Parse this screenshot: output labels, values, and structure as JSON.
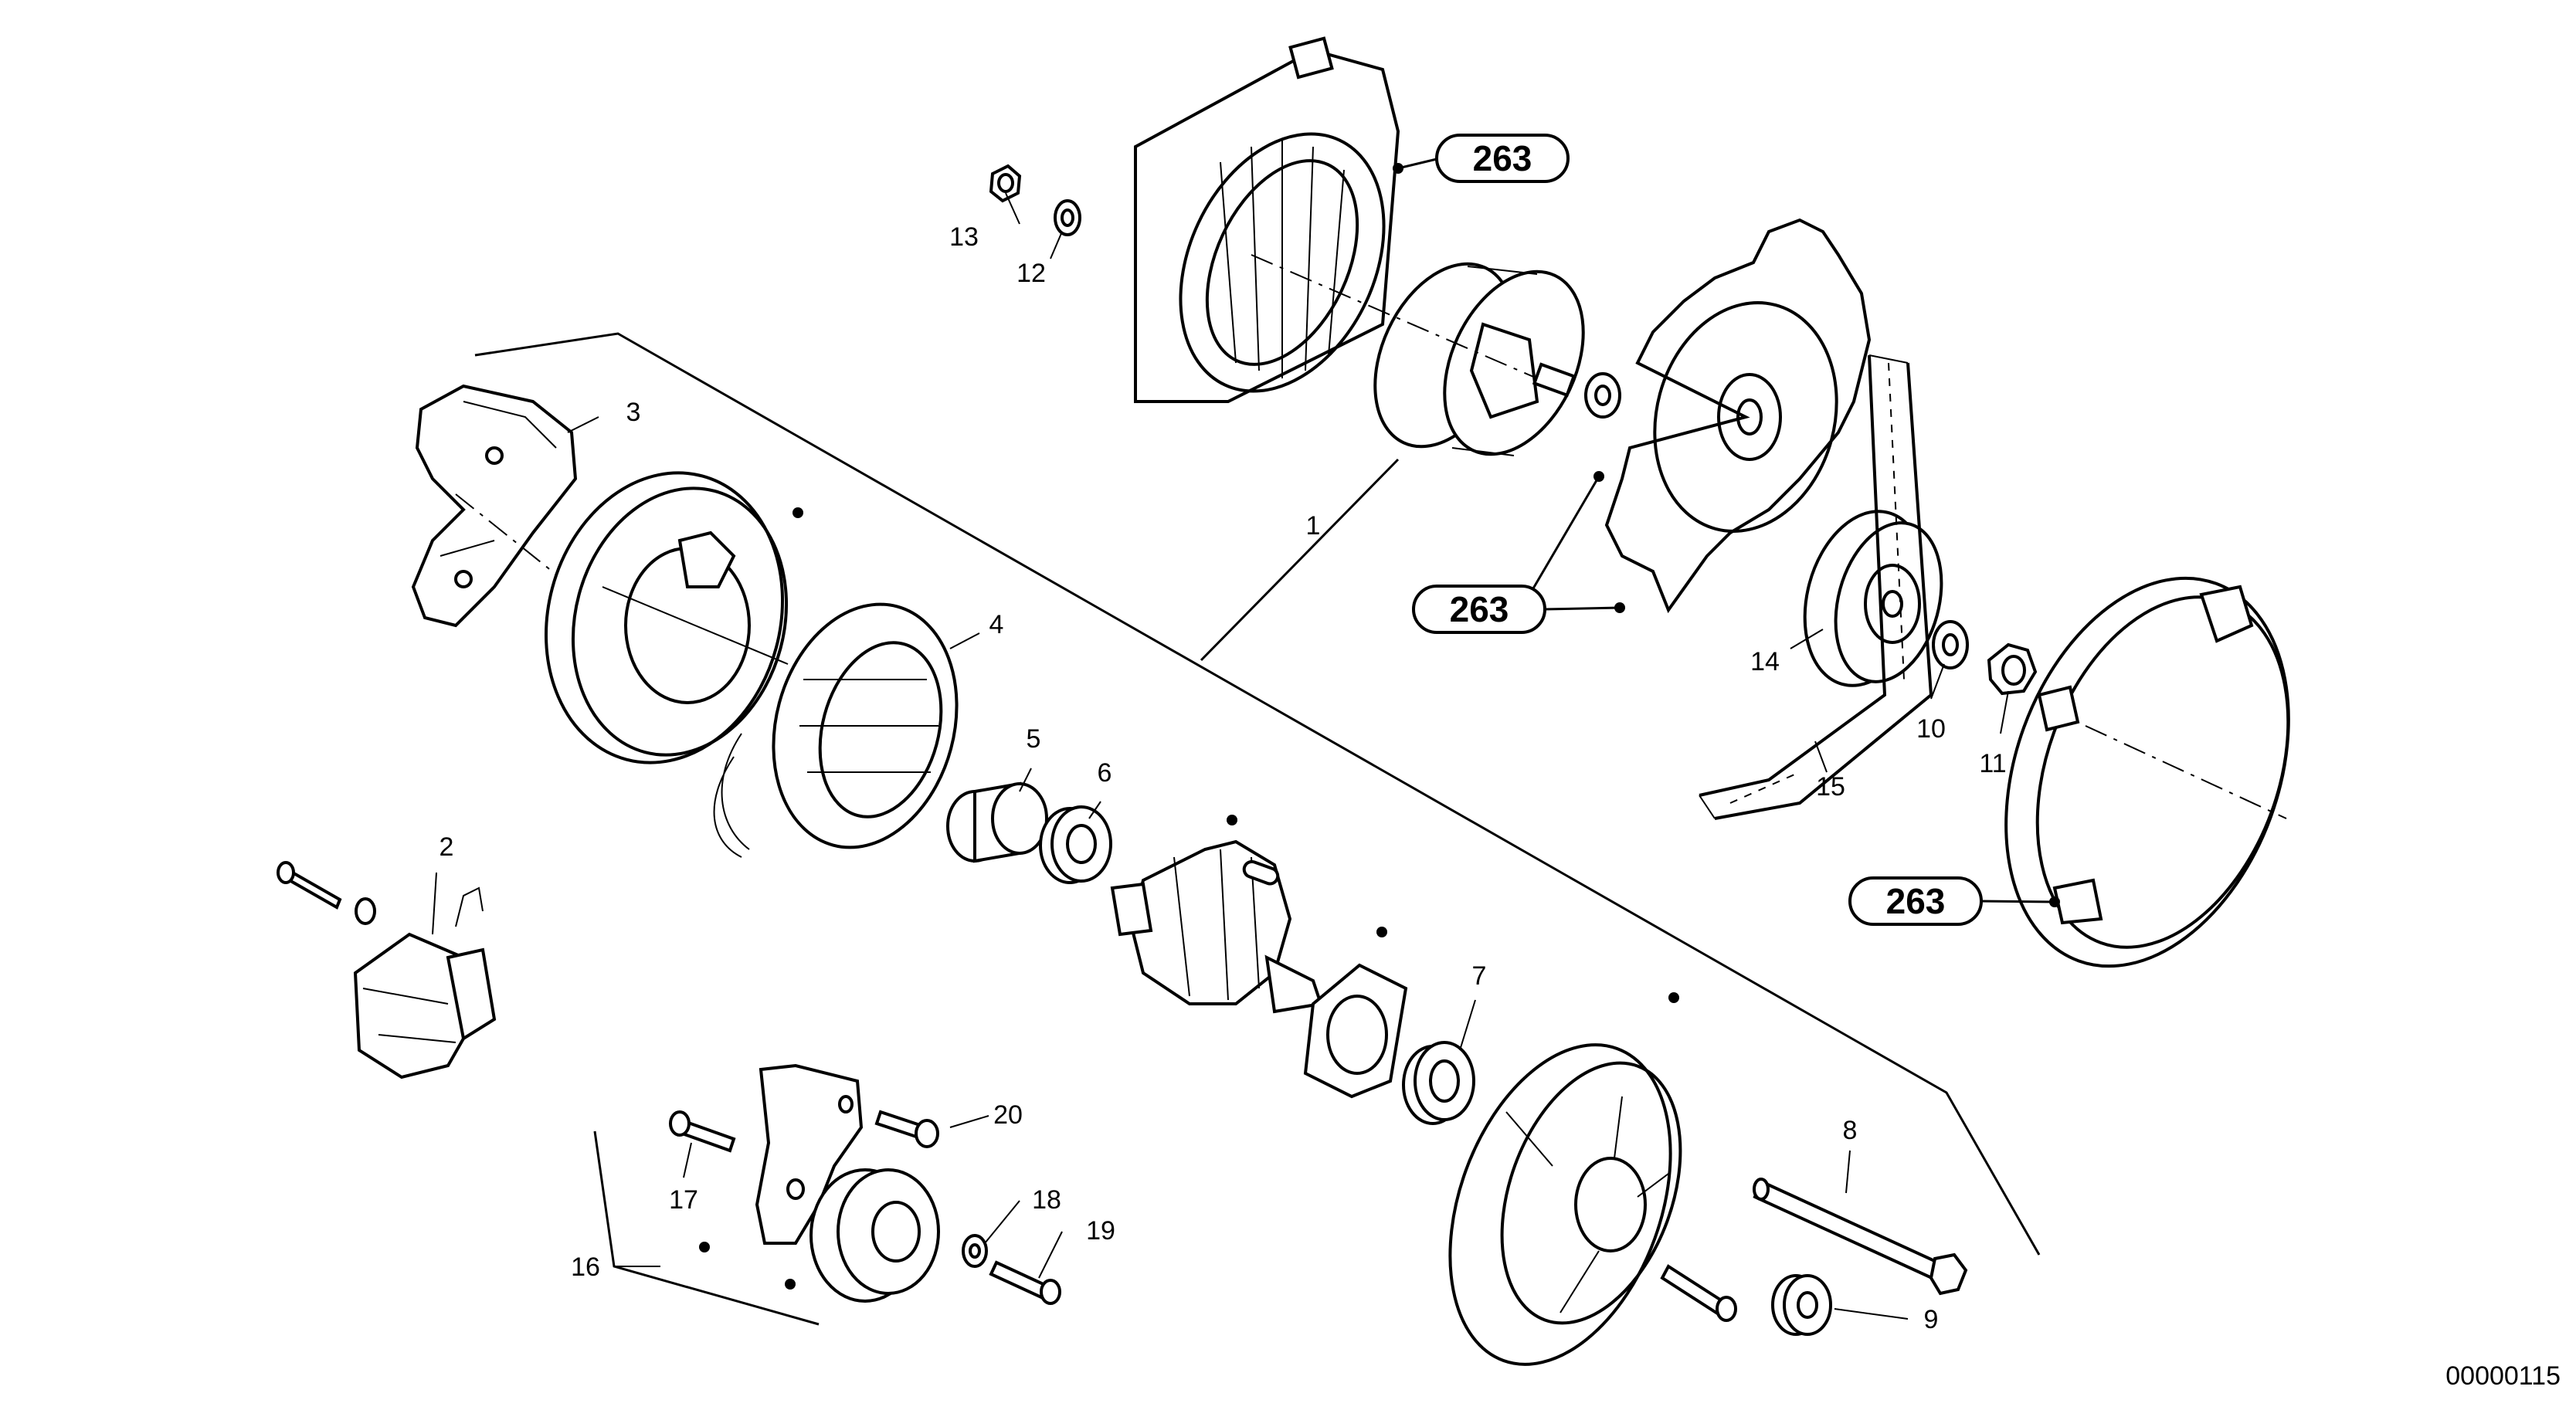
{
  "figure_id": "00000115",
  "reference_tag": "263",
  "callouts": [
    {
      "id": "1",
      "label": "1"
    },
    {
      "id": "2",
      "label": "2"
    },
    {
      "id": "3",
      "label": "3"
    },
    {
      "id": "4",
      "label": "4"
    },
    {
      "id": "5",
      "label": "5"
    },
    {
      "id": "6",
      "label": "6"
    },
    {
      "id": "7",
      "label": "7"
    },
    {
      "id": "8",
      "label": "8"
    },
    {
      "id": "9",
      "label": "9"
    },
    {
      "id": "10",
      "label": "10"
    },
    {
      "id": "11",
      "label": "11"
    },
    {
      "id": "12",
      "label": "12"
    },
    {
      "id": "13",
      "label": "13"
    },
    {
      "id": "14",
      "label": "14"
    },
    {
      "id": "15",
      "label": "15"
    },
    {
      "id": "16",
      "label": "16"
    },
    {
      "id": "17",
      "label": "17"
    },
    {
      "id": "18",
      "label": "18"
    },
    {
      "id": "19",
      "label": "19"
    },
    {
      "id": "20",
      "label": "20"
    }
  ]
}
